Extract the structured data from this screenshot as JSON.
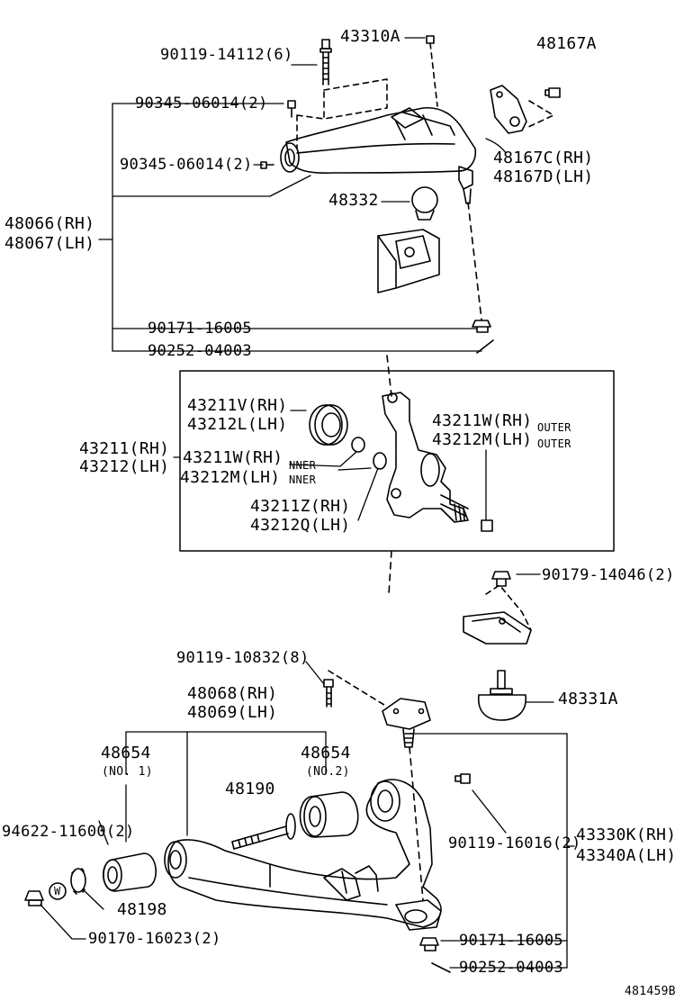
{
  "labels": {
    "p90119_14112": "90119-14112(6)",
    "p43310A": "43310A",
    "p48167A": "48167A",
    "p90345_06014_a": "90345-06014(2)",
    "p90345_06014_b": "90345-06014(2)",
    "p48167C": "48167C(RH)",
    "p48167D": "48167D(LH)",
    "p48332": "48332",
    "p48066": "48066(RH)",
    "p48067": "48067(LH)",
    "p90171_16005_a": "90171-16005",
    "p90252_04003_a": "90252-04003",
    "p43211V": "43211V(RH)",
    "p43212L": "43212L(LH)",
    "p43211W_outer": "43211W(RH)",
    "p43212M_outer": "43212M(LH)",
    "outer_1": "OUTER",
    "outer_2": "OUTER",
    "p43211": "43211(RH)",
    "p43212": "43212(LH)",
    "p43211W_inner": "43211W(RH)",
    "p43212M_inner": "43212M(LH)",
    "inner_1": "NNER",
    "inner_2": "NNER",
    "p43211Z": "43211Z(RH)",
    "p43212Q": "43212Q(LH)",
    "p90179_14046": "90179-14046(2)",
    "p90119_10832": "90119-10832(8)",
    "p48068": "48068(RH)",
    "p48069": "48069(LH)",
    "p48331A": "48331A",
    "p48654_1": "48654",
    "no1": "(NO. 1)",
    "p48654_2": "48654",
    "no2": "(NO.2)",
    "p48190": "48190",
    "p94622_11600": "94622-11600(2)",
    "p90119_16016": "90119-16016(2)",
    "p43330K": "43330K(RH)",
    "p43340A": "43340A(LH)",
    "w_mark": "W",
    "p48198": "48198",
    "p90170_16023": "90170-16023(2)",
    "p90171_16005_b": "90171-16005",
    "p90252_04003_b": "90252-04003",
    "diagram_id": "481459B"
  }
}
